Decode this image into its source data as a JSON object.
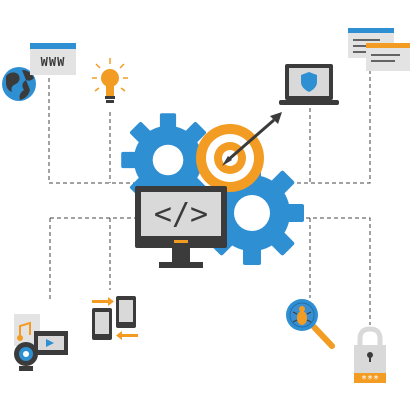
{
  "diagram": {
    "center": {
      "code_symbol": "</>",
      "gear_icons": [
        "gear-icon",
        "gear-icon",
        "gear-icon"
      ],
      "target_icon": "target-icon"
    },
    "nodes": [
      {
        "id": "www",
        "label": "WWW",
        "icon": "browser-window-icon"
      },
      {
        "id": "globe",
        "icon": "globe-icon"
      },
      {
        "id": "idea",
        "icon": "lightbulb-icon"
      },
      {
        "id": "security",
        "icon": "shield-laptop-icon"
      },
      {
        "id": "documents",
        "icon": "document-windows-icon"
      },
      {
        "id": "media",
        "icon": "media-files-icon"
      },
      {
        "id": "sync",
        "icon": "phone-sync-icon"
      },
      {
        "id": "bug-search",
        "icon": "bug-magnifier-icon"
      },
      {
        "id": "password",
        "label": "***",
        "icon": "padlock-icon"
      }
    ],
    "colors": {
      "blue": "#2f8fd3",
      "orange": "#f39c23",
      "dark": "#3b3b3b",
      "gray": "#d9d9d9",
      "line": "#444444"
    }
  }
}
